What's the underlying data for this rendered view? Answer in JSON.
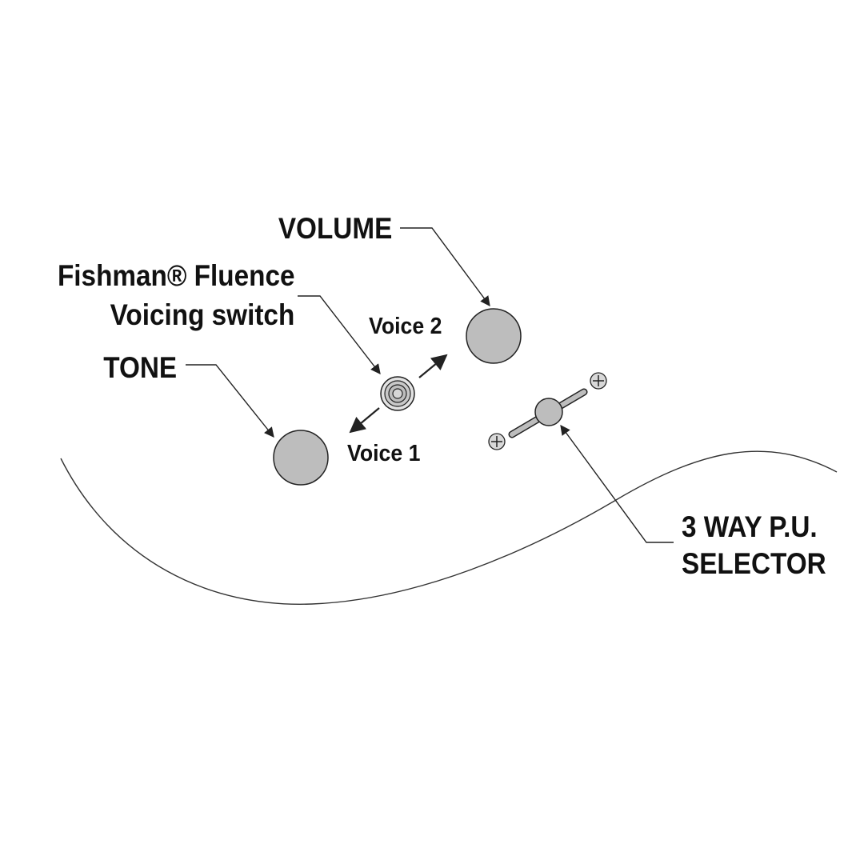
{
  "labels": {
    "volume": "VOLUME",
    "fishman_line1": "Fishman® Fluence",
    "fishman_line2": "Voicing switch",
    "tone": "TONE",
    "voice2": "Voice 2",
    "voice1": "Voice 1",
    "selector_line1": "3 WAY P.U.",
    "selector_line2": "SELECTOR"
  },
  "colors": {
    "knob_fill": "#bdbdbd",
    "line": "#222222",
    "text": "#111111",
    "background": "#ffffff"
  }
}
